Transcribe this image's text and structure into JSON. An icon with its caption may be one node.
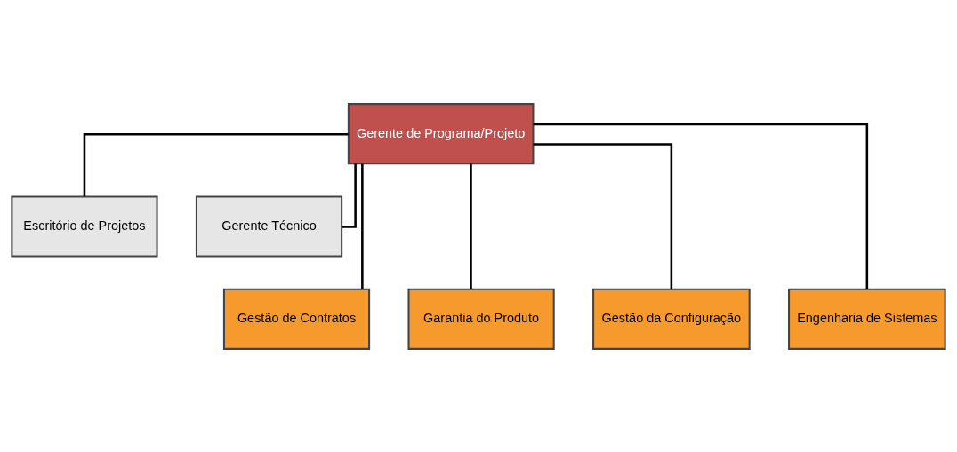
{
  "diagram": {
    "nodes": [
      {
        "text": [
          "Gerente de Programa/Projeto"
        ]
      },
      {
        "text": [
          "Escritório de Projetos"
        ]
      },
      {
        "text": [
          "Gerente Técnico"
        ]
      },
      {
        "text": [
          "Gestão de Contratos"
        ]
      },
      {
        "text": [
          "Garantia do Produto"
        ]
      },
      {
        "text": [
          "Gestão da Configuração"
        ]
      },
      {
        "text": [
          "Engenharia de Sistemas"
        ]
      }
    ],
    "edges": [
      {
        "from": 0,
        "to": 1,
        "arrow": "none"
      },
      {
        "from": 0,
        "to": 2,
        "arrow": "none"
      },
      {
        "from": 0,
        "to": 3,
        "arrow": "none"
      },
      {
        "from": 0,
        "to": 4,
        "arrow": "none"
      },
      {
        "from": 0,
        "to": 5,
        "arrow": "none"
      },
      {
        "from": 0,
        "to": 6,
        "arrow": "none"
      }
    ]
  }
}
